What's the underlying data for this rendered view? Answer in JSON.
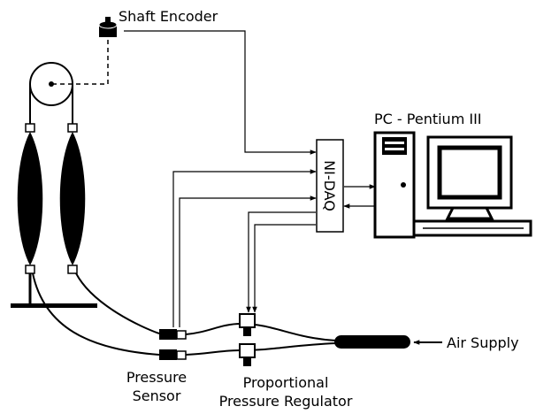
{
  "labels": {
    "shaft_encoder": "Shaft Encoder",
    "pc": "PC - Pentium III",
    "daq": "NI-DAQ",
    "pressure_sensor_line1": "Pressure",
    "pressure_sensor_line2": "Sensor",
    "regulator_line1": "Proportional",
    "regulator_line2": "Pressure Regulator",
    "air_supply": "Air Supply"
  },
  "colors": {
    "ink": "#000000",
    "paper": "#ffffff",
    "monitor_screen": "#ffffff"
  },
  "icons": {
    "encoder": "cylinder-icon",
    "computer": "desktop-computer-icon",
    "arrow": "arrowhead-icon"
  }
}
